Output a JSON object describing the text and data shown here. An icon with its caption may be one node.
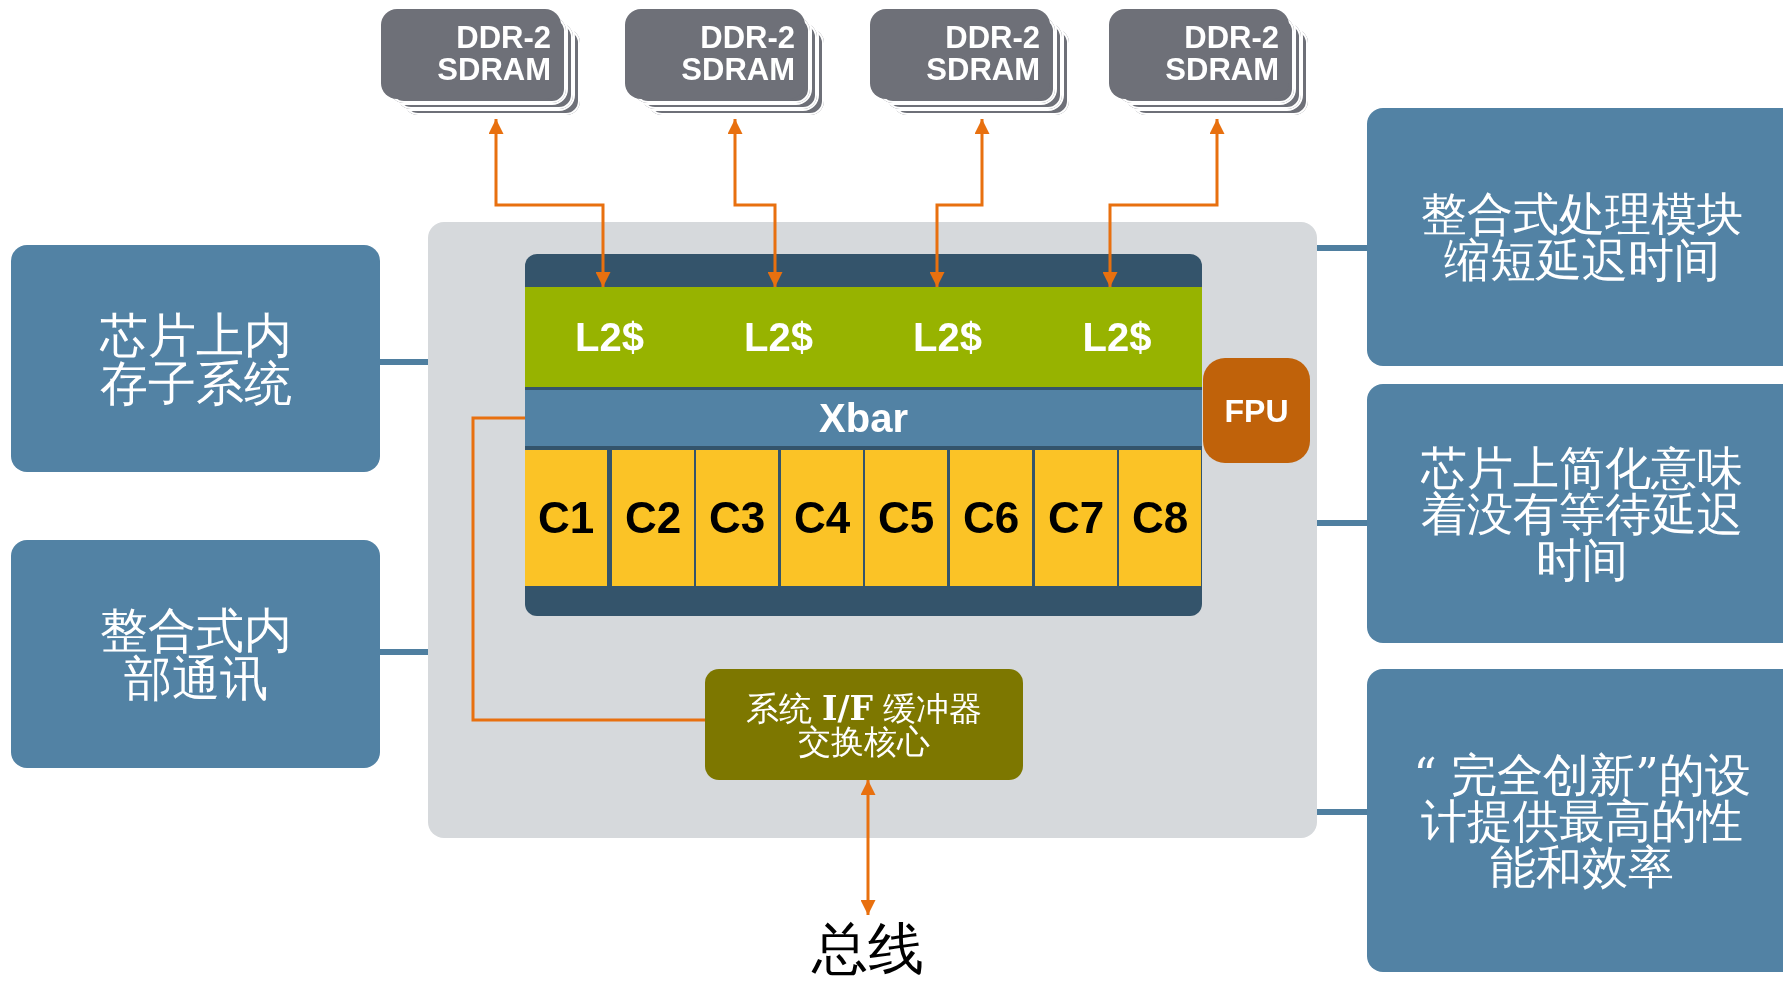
{
  "diagram": {
    "nodes": [
      {
        "text": [
          "DDR-2 SDRAM"
        ]
      },
      {
        "text": [
          "DDR-2 SDRAM"
        ]
      },
      {
        "text": [
          "DDR-2 SDRAM"
        ]
      },
      {
        "text": [
          "DDR-2 SDRAM"
        ]
      },
      {
        "text": [],
        "shape": "box"
      },
      {
        "text": [],
        "shape": "box",
        "in": 4
      },
      {
        "text": [
          "L2$"
        ],
        "in": 5
      },
      {
        "text": [
          "L2$"
        ],
        "in": 5
      },
      {
        "text": [
          "L2$"
        ],
        "in": 5
      },
      {
        "text": [
          "L2$"
        ],
        "in": 5
      },
      {
        "text": [
          "Xbar"
        ],
        "in": 5
      },
      {
        "text": [
          "C1"
        ],
        "in": 5
      },
      {
        "text": [
          "C2"
        ],
        "in": 5
      },
      {
        "text": [
          "C3"
        ],
        "in": 5
      },
      {
        "text": [
          "C4"
        ],
        "in": 5
      },
      {
        "text": [
          "C5"
        ],
        "in": 5
      },
      {
        "text": [
          "C6"
        ],
        "in": 5
      },
      {
        "text": [
          "C7"
        ],
        "in": 5
      },
      {
        "text": [
          "C8"
        ],
        "in": 5
      },
      {
        "text": [
          "FPU"
        ],
        "in": 4
      },
      {
        "text": [
          "系统 **I/F** 缓冲器交换核心"
        ],
        "in": 4
      },
      {
        "text": [
          "总线"
        ]
      },
      {
        "text": [
          "芯片上内存子系统"
        ]
      },
      {
        "text": [
          "整合式内部通讯"
        ]
      },
      {
        "text": [
          "整合式处理模块缩短延迟时间"
        ]
      },
      {
        "text": [
          "芯片上简化意味着没有等待延迟时间"
        ]
      },
      {
        "text": [
          "“ 完全创新”的设计提供最高的性能和效率"
        ]
      }
    ],
    "edges": [
      {
        "from": 0,
        "to": 6,
        "arrow": "both"
      },
      {
        "from": 1,
        "to": 7,
        "arrow": "both"
      },
      {
        "from": 2,
        "to": 8,
        "arrow": "both"
      },
      {
        "from": 3,
        "to": 9,
        "arrow": "both"
      },
      {
        "from": 10,
        "to": 20,
        "arrow": "none"
      },
      {
        "from": 20,
        "to": 21,
        "arrow": "both"
      },
      {
        "from": 22,
        "to": 4,
        "arrow": "none",
        "style": "thick",
        "color": "#4f7fa0"
      },
      {
        "from": 23,
        "to": 4,
        "arrow": "none",
        "style": "thick",
        "color": "#4f7fa0"
      },
      {
        "from": 24,
        "to": 4,
        "arrow": "none",
        "style": "thick",
        "color": "#4f7fa0"
      },
      {
        "from": 25,
        "to": 4,
        "arrow": "none",
        "style": "thick",
        "color": "#4f7fa0"
      },
      {
        "from": 26,
        "to": 4,
        "arrow": "none",
        "style": "thick",
        "color": "#4f7fa0"
      }
    ]
  }
}
